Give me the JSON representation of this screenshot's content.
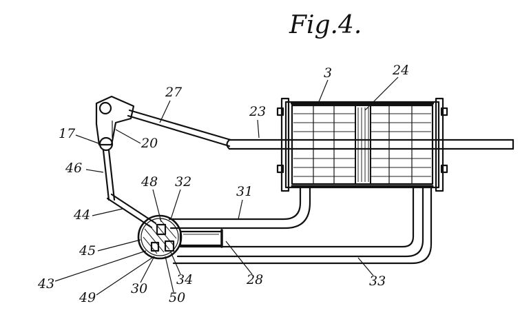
{
  "figure": {
    "title": "Fig.4.",
    "labels": {
      "l3": "3",
      "l24": "24",
      "l27": "27",
      "l23": "23",
      "l17": "17",
      "l20": "20",
      "l46": "46",
      "l48": "48",
      "l32": "32",
      "l31": "31",
      "l44": "44",
      "l45": "45",
      "l43": "43",
      "l49": "49",
      "l30": "30",
      "l50": "50",
      "l34": "34",
      "l28": "28",
      "l33": "33"
    }
  }
}
